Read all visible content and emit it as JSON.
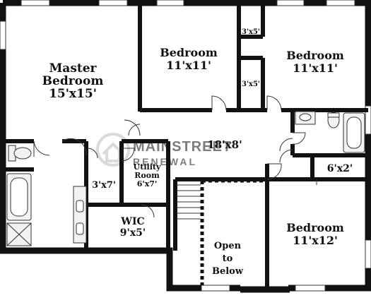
{
  "colors": {
    "wall": "#111111",
    "thin_line": "#333333",
    "background": "#ffffff",
    "fixture_fill": "#f2f2f2",
    "watermark": "#bdbdbd"
  },
  "rooms": {
    "master_name": "Master",
    "master_name2": "Bedroom",
    "master_size": "15'x15'",
    "bed2_name": "Bedroom",
    "bed2_size": "11'x11'",
    "bed3_name": "Bedroom",
    "bed3_size": "11'x11'",
    "bed4_name": "Bedroom",
    "bed4_size": "11'x12'",
    "closet_a_size": "3'x5'",
    "closet_b_size": "3'x5'",
    "hall_size": "18'x8'",
    "closet_c_size": "6'x2'",
    "linen_size": "3'x7'",
    "utility_name": "Utility",
    "utility_name2": "Room",
    "utility_size": "6'x7'",
    "wic_name": "WIC",
    "wic_size": "9'x5'",
    "open_line1": "Open",
    "open_line2": "to",
    "open_line3": "Below"
  },
  "watermark": {
    "line1": "MAINSTREET",
    "line2": "RENEWAL"
  },
  "icons": {
    "logo": "house-logo-icon"
  }
}
